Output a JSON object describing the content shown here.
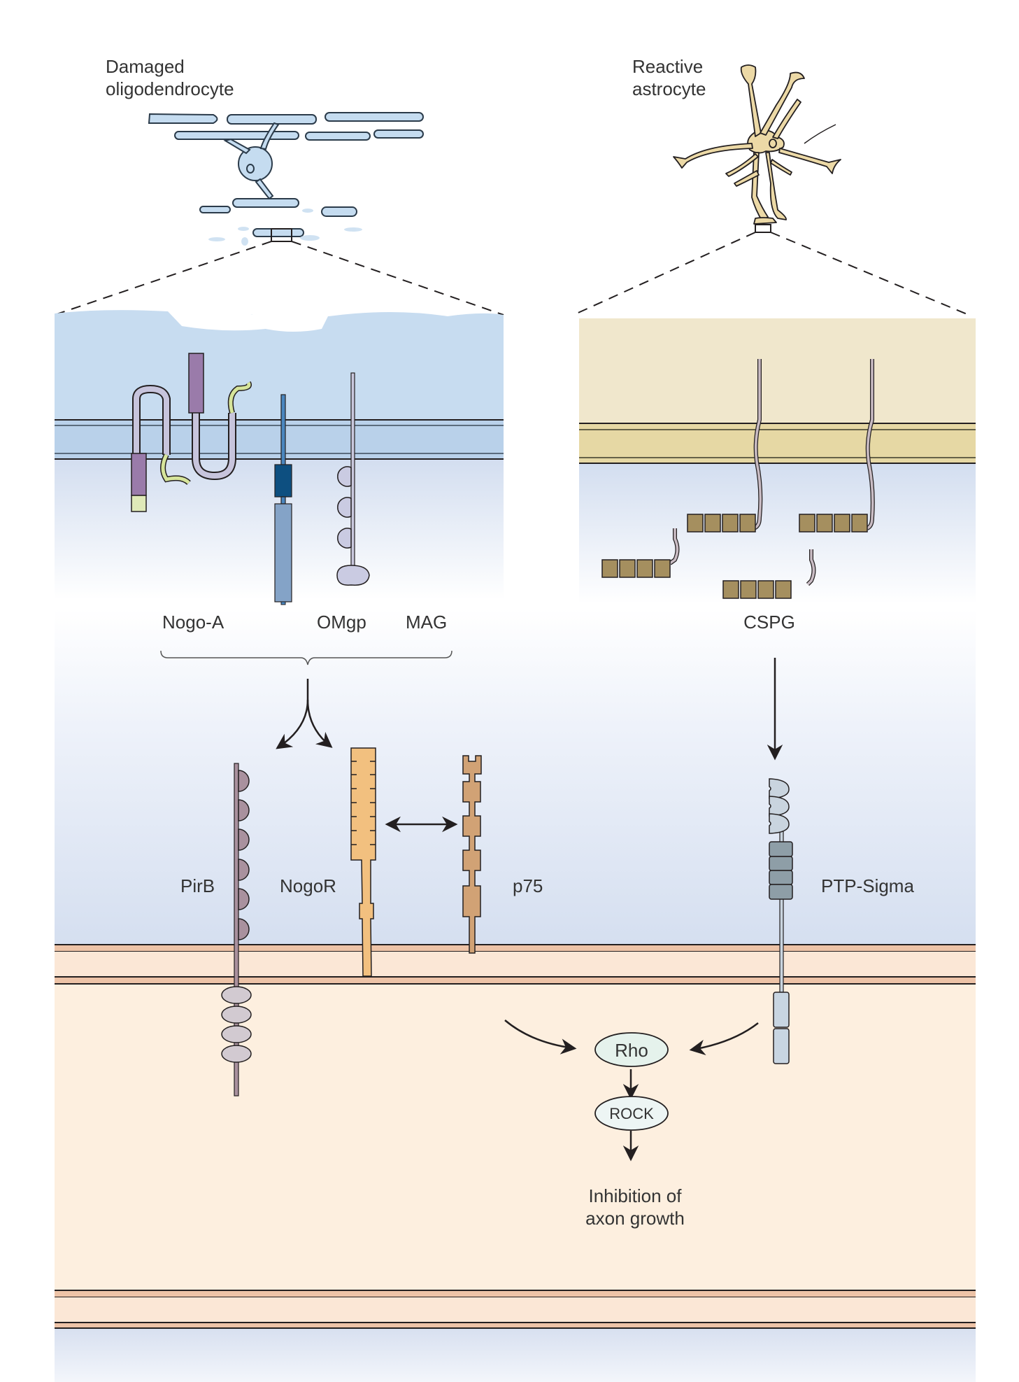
{
  "title": "Inhibitors of axon regeneration and their receptors",
  "source_cells": {
    "oligodendrocyte": {
      "label_line1": "Damaged",
      "label_line2": "oligodendrocyte"
    },
    "astrocyte": {
      "label_line1": "Reactive",
      "label_line2": "astrocyte"
    }
  },
  "myelin_inhibitors": {
    "nogo_a": "Nogo-A",
    "omgp": "OMgp",
    "mag": "MAG"
  },
  "astrocyte_inhibitors": {
    "cspg": "CSPG"
  },
  "receptors": {
    "pirb": "PirB",
    "nogor": "NogoR",
    "p75": "p75",
    "ptp_sigma": "PTP-Sigma"
  },
  "signaling": {
    "rho": "Rho",
    "rock": "ROCK",
    "outcome_line1": "Inhibition of",
    "outcome_line2": "axon growth"
  },
  "colors": {
    "myelin_fill": "#c5dcf0",
    "myelin_membrane": "#b7cfe8",
    "astro_fill": "#f0e7cc",
    "astro_membrane": "#e6d8a4",
    "astro_cell": "#ecd9a6",
    "extracellular_top": "#d6e0f0",
    "axon_fill": "#fdefdf",
    "axon_membrane": "#edc3a7",
    "nogo_purple": "#9a7baa",
    "nogo_green": "#d6e49a",
    "nogo_loop": "#c7c4dc",
    "omgp_dark": "#0d4f80",
    "omgp_light": "#84a3c7",
    "mag_fill": "#cacbe2",
    "cspg_box": "#a58f5f",
    "pirb_fill": "#a9919e",
    "pirb_ovals": "#d2cad1",
    "nogor_fill": "#f2c07f",
    "p75_fill": "#d1a275",
    "ptp_ig": "#c9d4df",
    "ptp_fn": "#8e9ea7",
    "ptp_intra": "#c8d5e2",
    "rho_fill": "#e5f2ec",
    "rock_fill": "#edf5f4"
  }
}
